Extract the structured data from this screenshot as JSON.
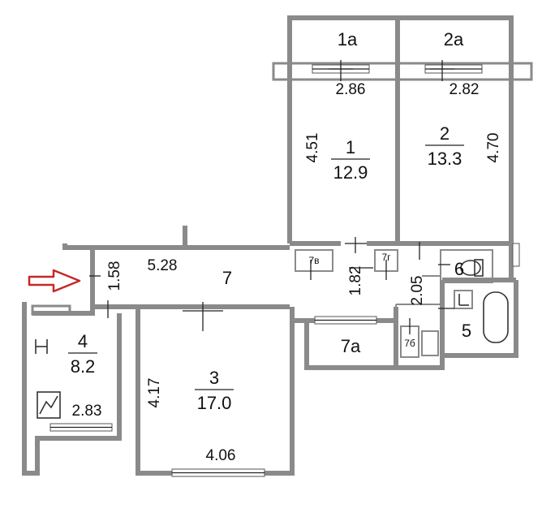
{
  "rooms": {
    "r1a": "1а",
    "r2a": "2а",
    "r1": {
      "num": "1",
      "area": "12.9"
    },
    "r2": {
      "num": "2",
      "area": "13.3"
    },
    "r3": {
      "num": "3",
      "area": "17.0"
    },
    "r4": {
      "num": "4",
      "area": "8.2"
    },
    "r5": "5",
    "r6": "6",
    "r7": "7",
    "r7a": "7а",
    "r7b": "7б",
    "r7v": "7в",
    "r7g": "7г"
  },
  "dims": {
    "d286": "2.86",
    "d282": "2.82",
    "d451": "4.51",
    "d470": "4.70",
    "d528": "5.28",
    "d158": "1.58",
    "d182": "1.82",
    "d205": "2.05",
    "d417": "4.17",
    "d406": "4.06",
    "d283": "2.83"
  },
  "colors": {
    "wall": "#8a8a8a",
    "entrance_arrow": "#c62828"
  },
  "icons": [
    "entrance-arrow-icon",
    "toilet-icon",
    "bathtub-icon",
    "sink-icon",
    "ventilation-shaft-icon"
  ]
}
